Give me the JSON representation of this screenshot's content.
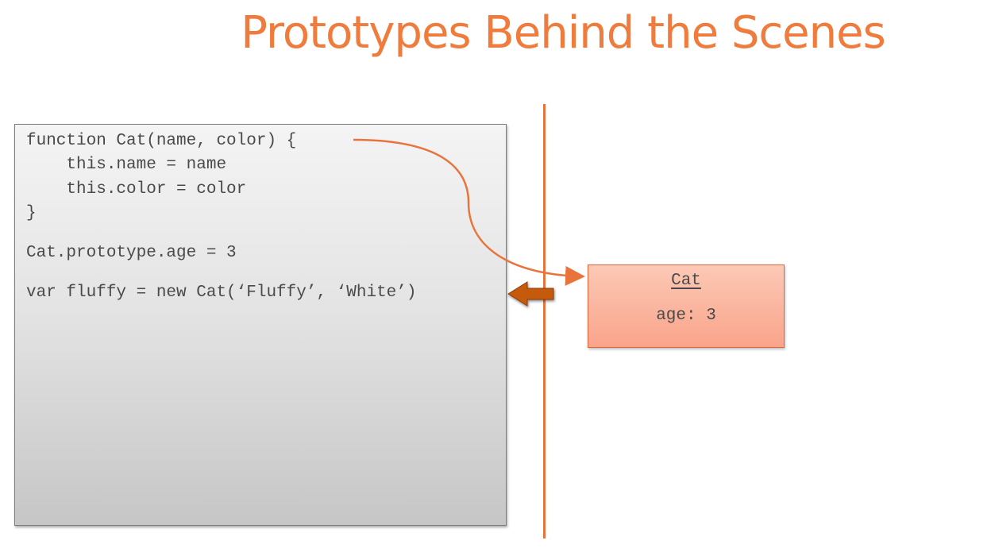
{
  "title": "Prototypes Behind the Scenes",
  "code": {
    "lines": [
      "function Cat(name, color) {",
      "    this.name = name",
      "    this.color = color",
      "}",
      "Cat.prototype.age = 3",
      "var fluffy = new Cat(‘Fluffy’, ‘White’)"
    ]
  },
  "prototype_box": {
    "title": "Cat",
    "property": "age: 3"
  },
  "colors": {
    "accent": "#ef7b3c",
    "divider": "#e8743b",
    "box_fill": "#f9a48a",
    "arrow": "#c55a11"
  }
}
